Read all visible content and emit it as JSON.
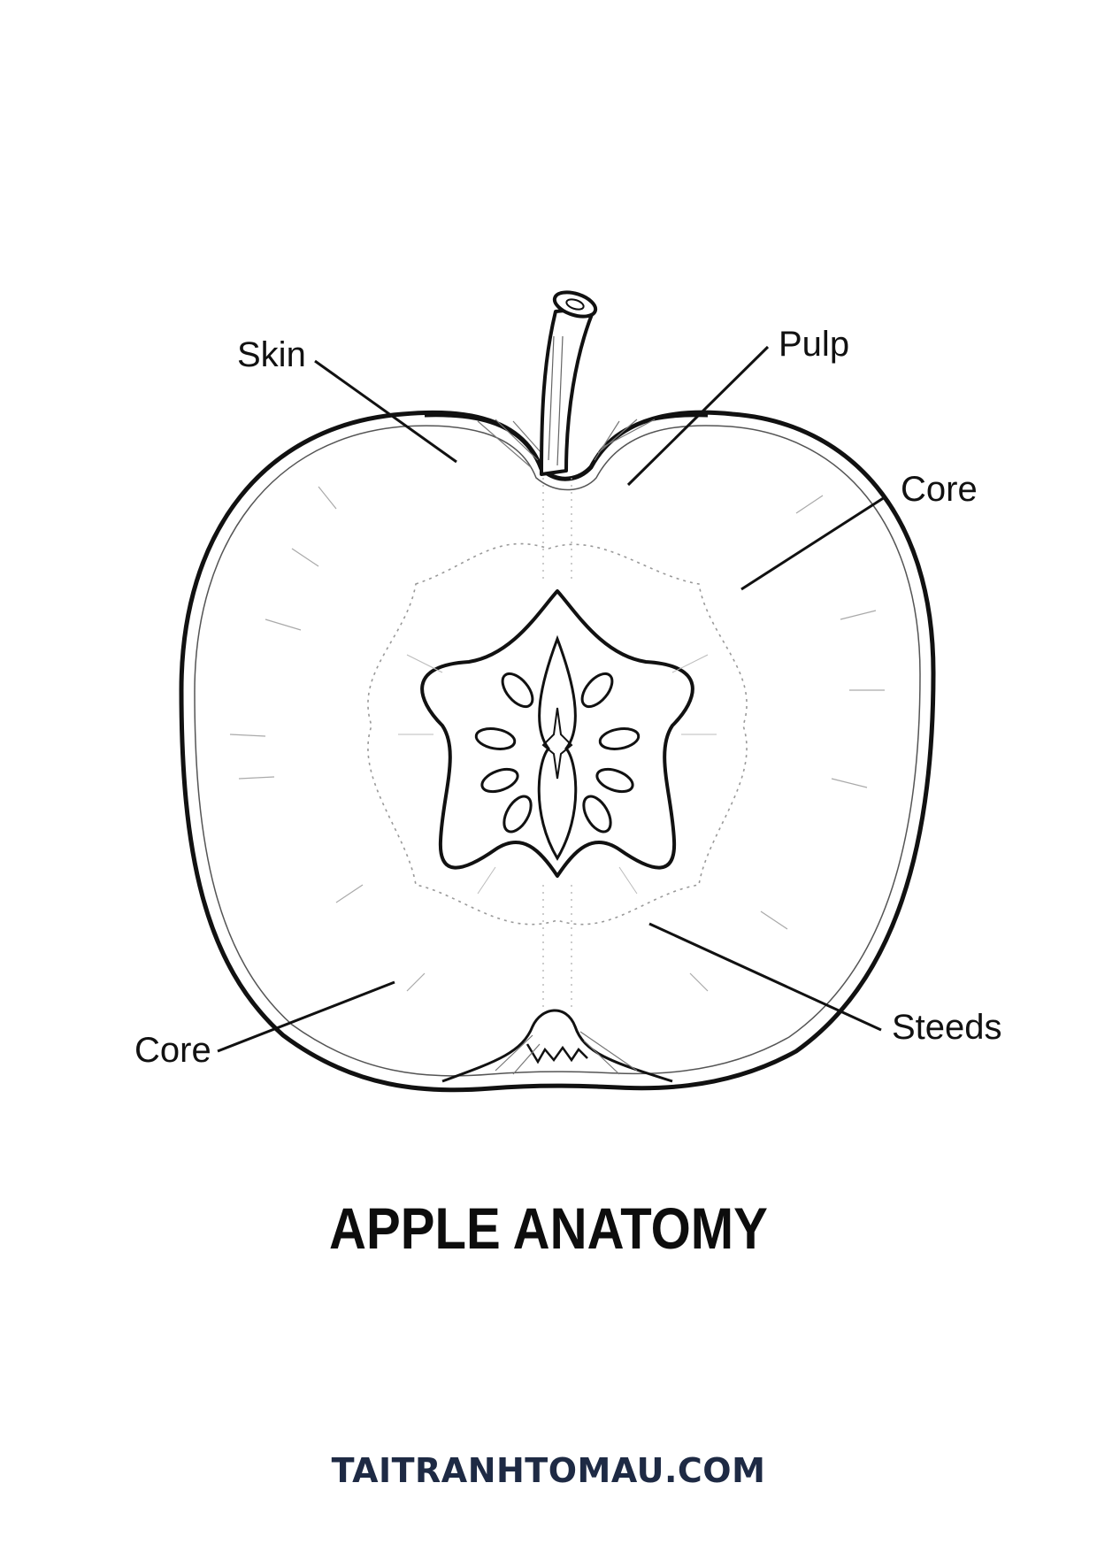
{
  "title": "APPLE ANATOMY",
  "footer": "TAITRANHTOMAU.COM",
  "labels": {
    "skin": "Skin",
    "pulp": "Pulp",
    "core_right": "Core",
    "core_left": "Core",
    "seeds": "Steeds"
  },
  "colors": {
    "ink": "#111111",
    "footer": "#1e2a44"
  }
}
